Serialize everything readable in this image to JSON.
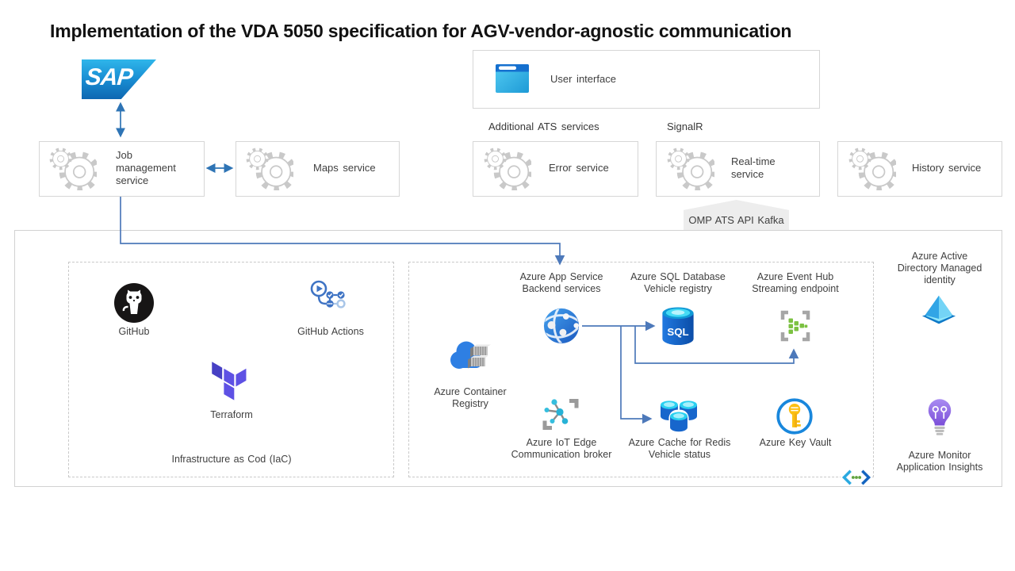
{
  "title": "Implementation of the VDA 5050 specification for AGV-vendor-agnostic communication",
  "sap_logo_text": "SAP",
  "boxes": {
    "job": "Job management service",
    "maps": "Maps service",
    "user_interface": "User interface",
    "error": "Error service",
    "realtime": "Real-time service",
    "history": "History service"
  },
  "section_labels": {
    "additional": "Additional ATS services",
    "signalr": "SignalR",
    "kafka": "OMP ATS API Kafka"
  },
  "iac": {
    "github": "GitHub",
    "github_actions": "GitHub Actions",
    "terraform": "Terraform",
    "caption": "Infrastructure as Cod (IaC)"
  },
  "azure": {
    "container_registry": {
      "l1": "Azure Container",
      "l2": "Registry"
    },
    "app_service": {
      "l1": "Azure App Service",
      "l2": "Backend services"
    },
    "sql": {
      "l1": "Azure SQL Database",
      "l2": "Vehicle registry",
      "icon_text": "SQL"
    },
    "event_hub": {
      "l1": "Azure Event Hub",
      "l2": "Streaming endpoint"
    },
    "iot_edge": {
      "l1": "Azure IoT Edge",
      "l2": "Communication broker"
    },
    "redis": {
      "l1": "Azure Cache for Redis",
      "l2": "Vehicle status"
    },
    "key_vault": "Azure Key Vault",
    "aad": {
      "l1": "Azure Active",
      "l2": "Directory Managed",
      "l3": "identity"
    },
    "monitor": {
      "l1": "Azure Monitor",
      "l2": "Application Insights"
    }
  },
  "colors": {
    "sap_blue_top": "#2fb6ea",
    "sap_blue_bottom": "#0e67b1",
    "double_arrow_blue": "#2e74b5",
    "connector_blue": "#4d79ba",
    "azure_blue": "#1f6fd4",
    "terraform_purple": "#5e51e4",
    "monitor_purple": "#8a63e4",
    "key_vault_gold": "#fbbf12",
    "event_hub_green": "#7cc142",
    "github_black": "#171515"
  }
}
